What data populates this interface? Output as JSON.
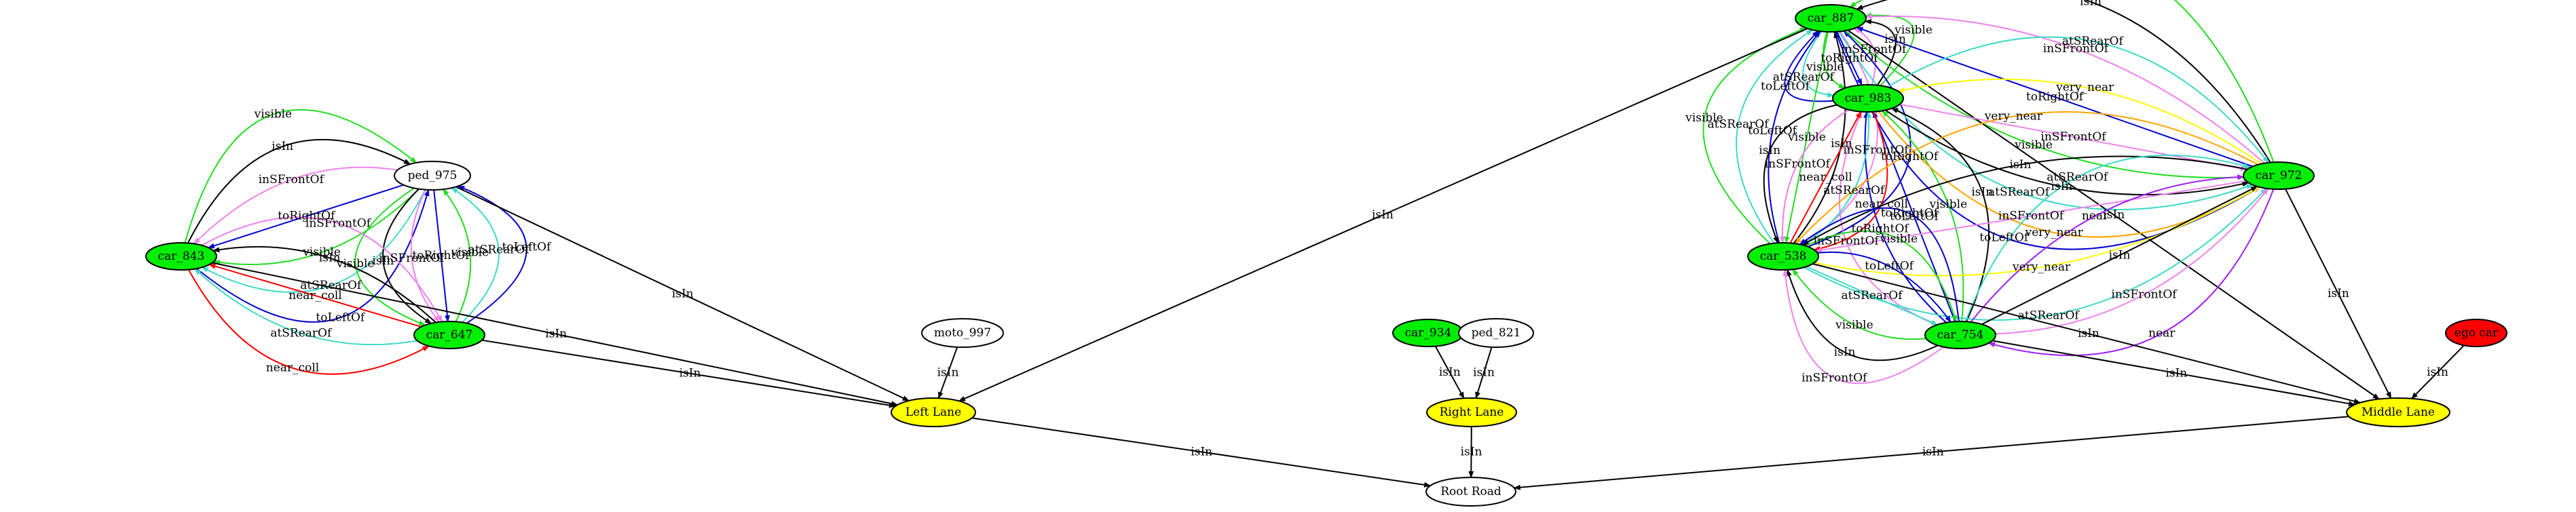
{
  "colors": {
    "car": "#00ee00",
    "lane": "#ffff00",
    "ego": "#ff0000",
    "plain": "#ffffff",
    "edge_black": "#000000",
    "edge_red": "#ff0000",
    "edge_blue": "#0000cc",
    "edge_green": "#22dd22",
    "edge_cyan": "#40d9c8",
    "edge_violet": "#ee82ee",
    "edge_purple": "#a020f0",
    "edge_yellow": "#ffff00",
    "edge_orange": "#ffa500"
  },
  "nodes": [
    {
      "id": "car_887",
      "label": "car_887",
      "kind": "car"
    },
    {
      "id": "car_983",
      "label": "car_983",
      "kind": "car"
    },
    {
      "id": "car_972",
      "label": "car_972",
      "kind": "car"
    },
    {
      "id": "car_538",
      "label": "car_538",
      "kind": "car"
    },
    {
      "id": "car_754",
      "label": "car_754",
      "kind": "car"
    },
    {
      "id": "car_843",
      "label": "car_843",
      "kind": "car"
    },
    {
      "id": "car_647",
      "label": "car_647",
      "kind": "car"
    },
    {
      "id": "car_934",
      "label": "car_934",
      "kind": "car"
    },
    {
      "id": "ped_975",
      "label": "ped_975",
      "kind": "plain"
    },
    {
      "id": "moto_997",
      "label": "moto_997",
      "kind": "plain"
    },
    {
      "id": "ped_821",
      "label": "ped_821",
      "kind": "plain"
    },
    {
      "id": "ego",
      "label": "ego car",
      "kind": "ego"
    },
    {
      "id": "left_lane",
      "label": "Left Lane",
      "kind": "lane"
    },
    {
      "id": "right_lane",
      "label": "Right Lane",
      "kind": "lane"
    },
    {
      "id": "middle_lane",
      "label": "Middle Lane",
      "kind": "lane"
    },
    {
      "id": "root_road",
      "label": "Root Road",
      "kind": "plain"
    }
  ],
  "edges": [
    {
      "from": "car_983",
      "to": "car_887",
      "label": "visible",
      "color": "edge_green"
    },
    {
      "from": "car_983",
      "to": "car_887",
      "label": "isIn",
      "color": "edge_black"
    },
    {
      "from": "car_983",
      "to": "car_887",
      "label": "inSFrontOf",
      "color": "edge_violet"
    },
    {
      "from": "car_887",
      "to": "car_983",
      "label": "toRightOf",
      "color": "edge_blue"
    },
    {
      "from": "car_887",
      "to": "car_983",
      "label": "visible",
      "color": "edge_green"
    },
    {
      "from": "car_887",
      "to": "car_983",
      "label": "atSRearOf",
      "color": "edge_cyan"
    },
    {
      "from": "car_983",
      "to": "car_887",
      "label": "toLeftOf",
      "color": "edge_blue"
    },
    {
      "from": "car_538",
      "to": "car_887",
      "label": "visible",
      "color": "edge_green"
    },
    {
      "from": "car_538",
      "to": "car_887",
      "label": "atSRearOf",
      "color": "edge_cyan"
    },
    {
      "from": "car_538",
      "to": "car_887",
      "label": "toLeftOf",
      "color": "edge_blue"
    },
    {
      "from": "car_887",
      "to": "car_538",
      "label": "visible",
      "color": "edge_green"
    },
    {
      "from": "car_538",
      "to": "car_887",
      "label": "isIn",
      "color": "edge_black"
    },
    {
      "from": "car_887",
      "to": "car_538",
      "label": "inSFrontOf",
      "color": "edge_violet"
    },
    {
      "from": "car_538",
      "to": "car_887",
      "label": "toRightOf",
      "color": "edge_blue"
    },
    {
      "from": "car_972",
      "to": "car_887",
      "label": "visible",
      "color": "edge_green"
    },
    {
      "from": "car_972",
      "to": "car_887",
      "label": "isIn",
      "color": "edge_black"
    },
    {
      "from": "car_972",
      "to": "car_887",
      "label": "inSFrontOf",
      "color": "edge_violet"
    },
    {
      "from": "car_972",
      "to": "car_887",
      "label": "toRightOf",
      "color": "edge_blue"
    },
    {
      "from": "car_887",
      "to": "car_972",
      "label": "visible",
      "color": "edge_green"
    },
    {
      "from": "car_887",
      "to": "car_972",
      "label": "atSRearOf",
      "color": "edge_cyan"
    },
    {
      "from": "car_887",
      "to": "car_972",
      "label": "toLeftOf",
      "color": "edge_blue"
    },
    {
      "from": "car_887",
      "to": "left_lane",
      "label": "isIn",
      "color": "edge_black"
    },
    {
      "from": "car_887",
      "to": "middle_lane",
      "label": "isIn",
      "color": "edge_black"
    },
    {
      "from": "car_754",
      "to": "car_983",
      "label": "inSFrontOf",
      "color": "edge_violet"
    },
    {
      "from": "car_754",
      "to": "car_983",
      "label": "toRightOf",
      "color": "edge_blue"
    },
    {
      "from": "car_754",
      "to": "car_983",
      "label": "toLeftOf",
      "color": "edge_blue"
    },
    {
      "from": "car_754",
      "to": "car_983",
      "label": "visible",
      "color": "edge_green"
    },
    {
      "from": "car_983",
      "to": "car_538",
      "label": "isIn",
      "color": "edge_black"
    },
    {
      "from": "car_983",
      "to": "car_538",
      "label": "inSFrontOf",
      "color": "edge_violet"
    },
    {
      "from": "car_538",
      "to": "car_983",
      "label": "near_coll",
      "color": "edge_red"
    },
    {
      "from": "car_538",
      "to": "car_983",
      "label": "atSRearOf",
      "color": "edge_cyan"
    },
    {
      "from": "car_983",
      "to": "car_538",
      "label": "near_coll",
      "color": "edge_red"
    },
    {
      "from": "car_983",
      "to": "car_972",
      "label": "very_near",
      "color": "edge_orange"
    },
    {
      "from": "car_983",
      "to": "car_972",
      "label": "isIn",
      "color": "edge_black"
    },
    {
      "from": "car_983",
      "to": "car_972",
      "label": "inSFrontOf",
      "color": "edge_violet"
    },
    {
      "from": "car_972",
      "to": "car_983",
      "label": "very_near",
      "color": "edge_yellow"
    },
    {
      "from": "car_983",
      "to": "car_972",
      "label": "atSRearOf",
      "color": "edge_cyan"
    },
    {
      "from": "car_754",
      "to": "car_983",
      "label": "isIn",
      "color": "edge_black"
    },
    {
      "from": "car_972",
      "to": "car_538",
      "label": "very_near",
      "color": "edge_orange"
    },
    {
      "from": "car_972",
      "to": "car_538",
      "label": "isIn",
      "color": "edge_black"
    },
    {
      "from": "car_972",
      "to": "car_538",
      "label": "inSFrontOf",
      "color": "edge_violet"
    },
    {
      "from": "car_538",
      "to": "car_972",
      "label": "very_near",
      "color": "edge_yellow"
    },
    {
      "from": "car_538",
      "to": "car_972",
      "label": "atSRearOf",
      "color": "edge_cyan"
    },
    {
      "from": "car_754",
      "to": "car_972",
      "label": "atSRearOf",
      "color": "edge_cyan"
    },
    {
      "from": "car_754",
      "to": "car_972",
      "label": "near",
      "color": "edge_purple"
    },
    {
      "from": "car_754",
      "to": "car_972",
      "label": "isIn",
      "color": "edge_black"
    },
    {
      "from": "car_754",
      "to": "car_972",
      "label": "inSFrontOf",
      "color": "edge_violet"
    },
    {
      "from": "car_972",
      "to": "car_754",
      "label": "near",
      "color": "edge_purple"
    },
    {
      "from": "car_972",
      "to": "middle_lane",
      "label": "isIn",
      "color": "edge_black"
    },
    {
      "from": "car_754",
      "to": "car_538",
      "label": "toRightOf",
      "color": "edge_blue"
    },
    {
      "from": "car_538",
      "to": "car_754",
      "label": "visible",
      "color": "edge_green"
    },
    {
      "from": "car_538",
      "to": "car_754",
      "label": "toLeftOf",
      "color": "edge_blue"
    },
    {
      "from": "car_538",
      "to": "car_754",
      "label": "atSRearOf",
      "color": "edge_cyan"
    },
    {
      "from": "car_754",
      "to": "car_538",
      "label": "visible",
      "color": "edge_green"
    },
    {
      "from": "car_754",
      "to": "car_538",
      "label": "isIn",
      "color": "edge_black"
    },
    {
      "from": "car_754",
      "to": "car_538",
      "label": "inSFrontOf",
      "color": "edge_violet"
    },
    {
      "from": "car_538",
      "to": "middle_lane",
      "label": "isIn",
      "color": "edge_black"
    },
    {
      "from": "car_754",
      "to": "middle_lane",
      "label": "isIn",
      "color": "edge_black"
    },
    {
      "from": "car_843",
      "to": "ped_975",
      "label": "visible",
      "color": "edge_green"
    },
    {
      "from": "car_843",
      "to": "ped_975",
      "label": "isIn",
      "color": "edge_black"
    },
    {
      "from": "ped_975",
      "to": "car_843",
      "label": "inSFrontOf",
      "color": "edge_violet"
    },
    {
      "from": "ped_975",
      "to": "car_843",
      "label": "toRightOf",
      "color": "edge_blue"
    },
    {
      "from": "ped_975",
      "to": "car_843",
      "label": "visible",
      "color": "edge_green"
    },
    {
      "from": "ped_975",
      "to": "car_843",
      "label": "atSRearOf",
      "color": "edge_cyan"
    },
    {
      "from": "car_843",
      "to": "ped_975",
      "label": "toLeftOf",
      "color": "edge_blue"
    },
    {
      "from": "ped_975",
      "to": "car_647",
      "label": "visible",
      "color": "edge_green"
    },
    {
      "from": "ped_975",
      "to": "car_647",
      "label": "isIn",
      "color": "edge_black"
    },
    {
      "from": "ped_975",
      "to": "car_647",
      "label": "inSFrontOf",
      "color": "edge_violet"
    },
    {
      "from": "ped_975",
      "to": "car_647",
      "label": "toRightOf",
      "color": "edge_blue"
    },
    {
      "from": "car_647",
      "to": "ped_975",
      "label": "visible",
      "color": "edge_green"
    },
    {
      "from": "car_647",
      "to": "ped_975",
      "label": "atSRearOf",
      "color": "edge_cyan"
    },
    {
      "from": "car_647",
      "to": "ped_975",
      "label": "toLeftOf",
      "color": "edge_blue"
    },
    {
      "from": "ped_975",
      "to": "left_lane",
      "label": "isIn",
      "color": "edge_black"
    },
    {
      "from": "car_843",
      "to": "car_647",
      "label": "near_coll",
      "color": "edge_red"
    },
    {
      "from": "car_647",
      "to": "car_843",
      "label": "atSRearOf",
      "color": "edge_cyan"
    },
    {
      "from": "car_647",
      "to": "car_843",
      "label": "near_coll",
      "color": "edge_red"
    },
    {
      "from": "car_647",
      "to": "car_843",
      "label": "isIn",
      "color": "edge_black"
    },
    {
      "from": "car_843",
      "to": "car_647",
      "label": "inSFrontOf",
      "color": "edge_violet"
    },
    {
      "from": "car_843",
      "to": "left_lane",
      "label": "isIn",
      "color": "edge_black"
    },
    {
      "from": "car_647",
      "to": "left_lane",
      "label": "isIn",
      "color": "edge_black"
    },
    {
      "from": "moto_997",
      "to": "left_lane",
      "label": "isIn",
      "color": "edge_black"
    },
    {
      "from": "car_934",
      "to": "right_lane",
      "label": "isIn",
      "color": "edge_black"
    },
    {
      "from": "ped_821",
      "to": "right_lane",
      "label": "isIn",
      "color": "edge_black"
    },
    {
      "from": "ego",
      "to": "middle_lane",
      "label": "isIn",
      "color": "edge_black"
    },
    {
      "from": "left_lane",
      "to": "root_road",
      "label": "isIn",
      "color": "edge_black"
    },
    {
      "from": "right_lane",
      "to": "root_road",
      "label": "isIn",
      "color": "edge_black"
    },
    {
      "from": "middle_lane",
      "to": "root_road",
      "label": "isIn",
      "color": "edge_black"
    }
  ]
}
